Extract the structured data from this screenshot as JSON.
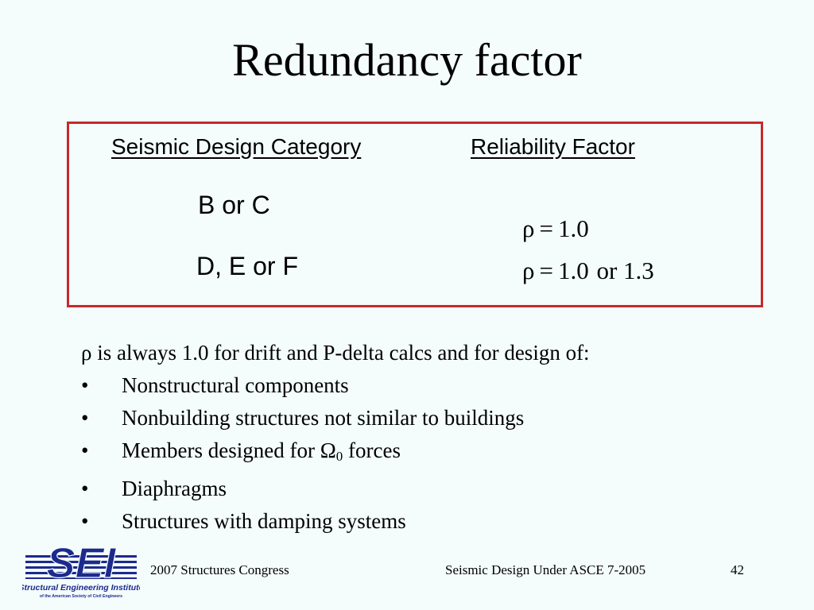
{
  "slide": {
    "title": "Redundancy factor",
    "table": {
      "header_category": "Seismic Design Category",
      "header_factor": "Reliability Factor",
      "rows": [
        {
          "category": "B or C",
          "symbol": "ρ",
          "equals": "=",
          "value": "1.0",
          "connector": "",
          "value_alt": ""
        },
        {
          "category": "D, E or F",
          "symbol": "ρ",
          "equals": "=",
          "value": "1.0",
          "connector": "or",
          "value_alt": "1.3"
        }
      ]
    },
    "note": {
      "symbol": "ρ",
      "text": " is always 1.0 for drift and P-delta calcs and for design of:"
    },
    "bullet_char": "•",
    "bullets": [
      "Nonstructural components",
      "Nonbuilding structures not similar to buildings",
      "Members designed for ",
      "Diaphragms",
      "Structures with damping systems"
    ],
    "omega": {
      "symbol": "Ω",
      "subscript": "0",
      "after": " forces"
    }
  },
  "footer": {
    "event": "2007 Structures Congress",
    "talk": "Seismic Design Under ASCE 7-2005",
    "page_number": "42"
  },
  "logo": {
    "text": "SEI",
    "name": "Structural Engineering Institute",
    "subtitle": "of the American Society of Civil Engineers",
    "color": "#1c2a8c"
  },
  "colors": {
    "background": "#f4fcfc",
    "box_border": "#c8282a"
  }
}
